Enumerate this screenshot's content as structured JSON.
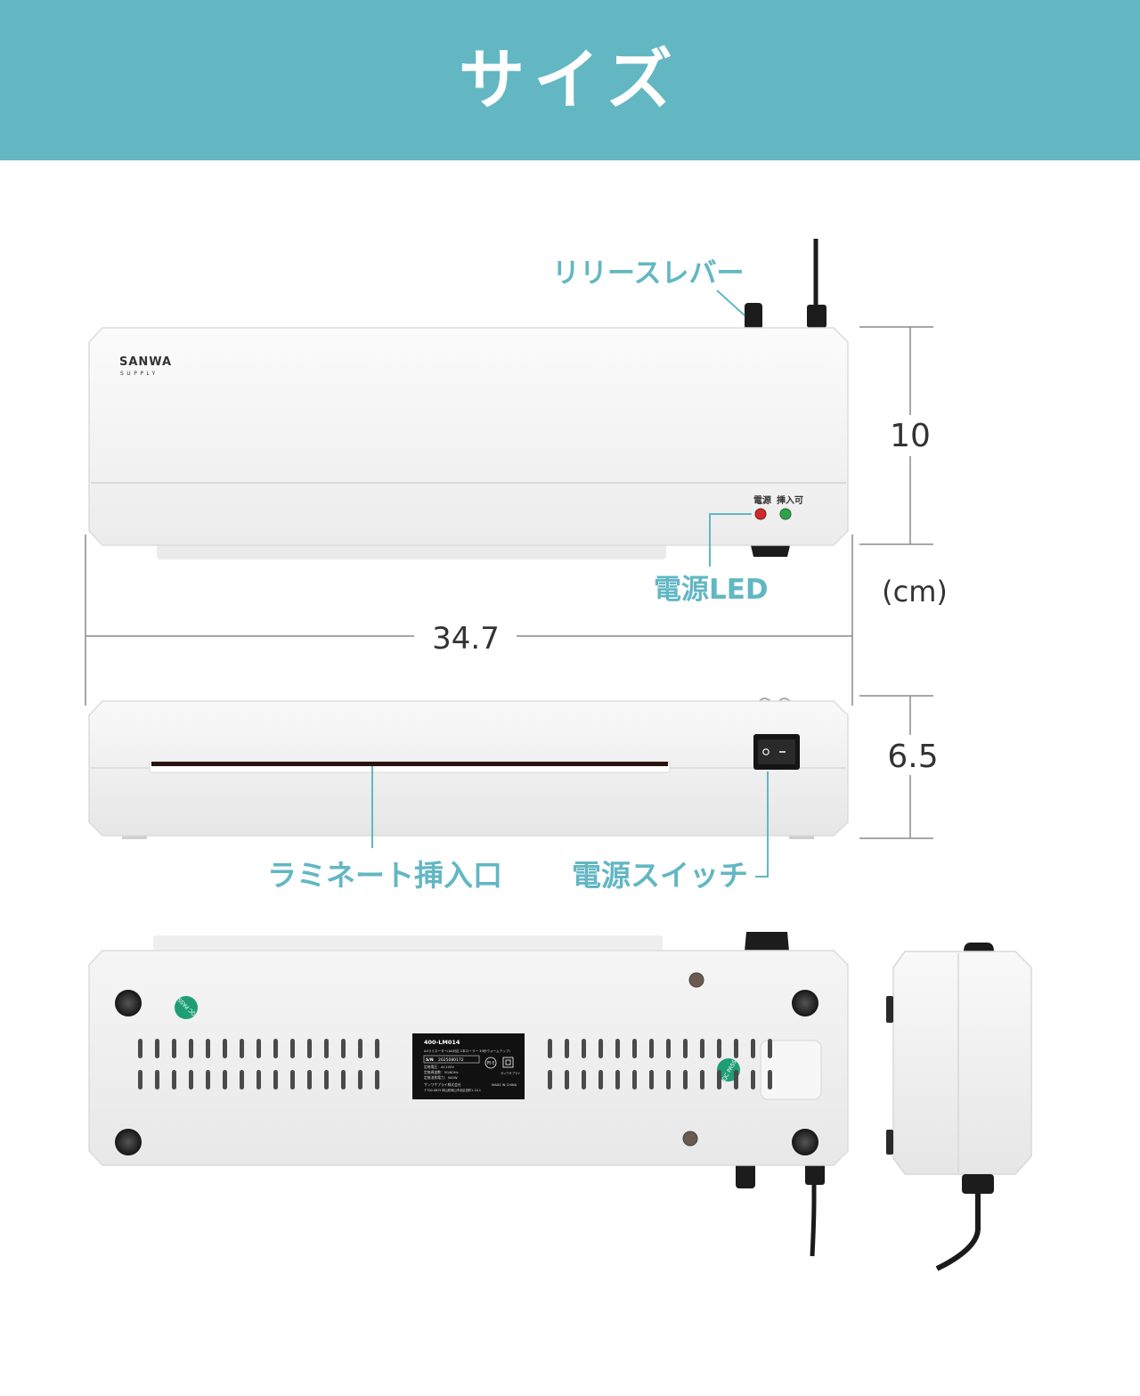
{
  "title": "サイズ",
  "brand": {
    "line1": "SANWA",
    "line2": "SUPPLY"
  },
  "callouts": {
    "release_lever": "リリースレバー",
    "power_led": "電源LED",
    "insert_slot": "ラミネート挿入口",
    "power_switch": "電源スイッチ"
  },
  "indicators": {
    "power": "電源",
    "ready": "挿入可"
  },
  "dimensions": {
    "width": "34.7",
    "height": "10",
    "depth": "6.5",
    "unit": "(cm)"
  },
  "rating_label": {
    "model": "400-LM014",
    "line1": "A4ラミネーター(A4対応 2本ローラー 30秒ウォームアップ)",
    "serial_prefix": "S/N",
    "serial": "2025080172",
    "spec1": "定格電圧：AC100V",
    "spec2": "定格周波数：50/60Hz",
    "spec3": "定格消費電力：500W",
    "maker": "サンワサプライ株式会社",
    "origin": "MADE IN CHINA",
    "address": "〒700-0825 岡山県岡山市北区田町1-10-1",
    "ps_mark": "PS E",
    "brand_small": "サンワサプライ"
  },
  "badges": {
    "qc": "QC PASS"
  },
  "colors": {
    "header": "#62b7c3",
    "accent": "#62b7c3",
    "dim_line": "#8a8a8a",
    "dim_text": "#333333",
    "body": "#f2f2f2",
    "led_red": "#d12a2a",
    "led_green": "#2fa34a",
    "qc_badge": "#1f9e76"
  }
}
